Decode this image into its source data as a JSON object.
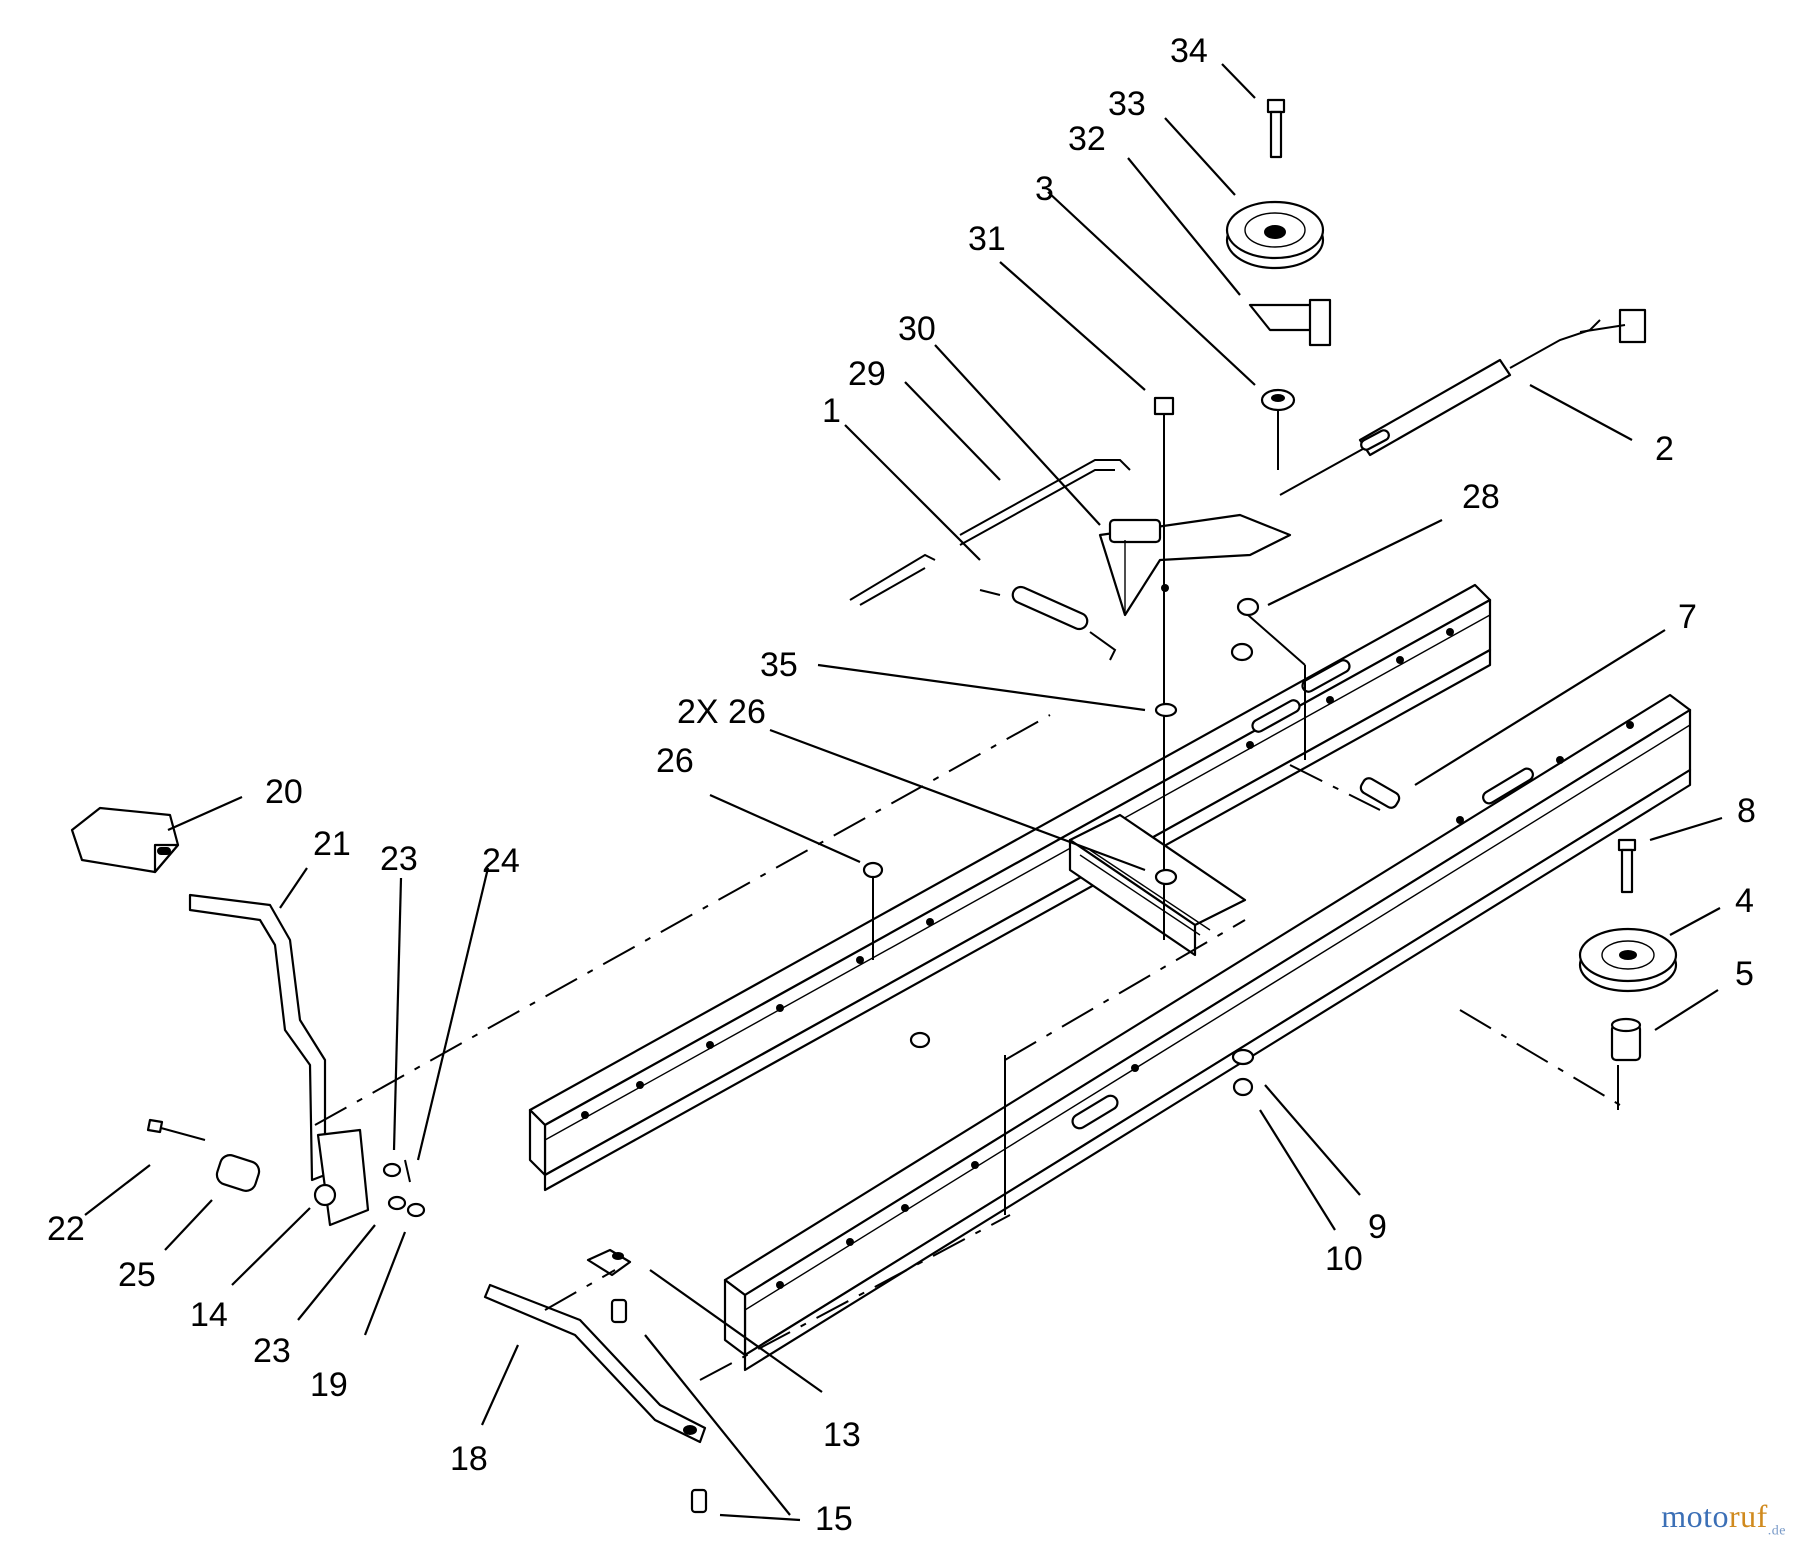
{
  "diagram": {
    "callouts": [
      {
        "id": "1",
        "label": "1"
      },
      {
        "id": "2",
        "label": "2"
      },
      {
        "id": "3",
        "label": "3"
      },
      {
        "id": "4",
        "label": "4"
      },
      {
        "id": "5",
        "label": "5"
      },
      {
        "id": "7",
        "label": "7"
      },
      {
        "id": "8",
        "label": "8"
      },
      {
        "id": "9",
        "label": "9"
      },
      {
        "id": "10",
        "label": "10"
      },
      {
        "id": "13",
        "label": "13"
      },
      {
        "id": "14",
        "label": "14"
      },
      {
        "id": "15",
        "label": "15"
      },
      {
        "id": "18",
        "label": "18"
      },
      {
        "id": "19",
        "label": "19"
      },
      {
        "id": "20",
        "label": "20"
      },
      {
        "id": "21",
        "label": "21"
      },
      {
        "id": "22",
        "label": "22"
      },
      {
        "id": "23a",
        "label": "23"
      },
      {
        "id": "23b",
        "label": "23"
      },
      {
        "id": "24",
        "label": "24"
      },
      {
        "id": "25",
        "label": "25"
      },
      {
        "id": "26a",
        "label": "26"
      },
      {
        "id": "26b",
        "label": "2X 26"
      },
      {
        "id": "28",
        "label": "28"
      },
      {
        "id": "29",
        "label": "29"
      },
      {
        "id": "30",
        "label": "30"
      },
      {
        "id": "31",
        "label": "31"
      },
      {
        "id": "32",
        "label": "32"
      },
      {
        "id": "33",
        "label": "33"
      },
      {
        "id": "34",
        "label": "34"
      },
      {
        "id": "35",
        "label": "35"
      }
    ]
  },
  "watermark": {
    "part1": "moto",
    "part2": "ruf",
    "suffix": ".de"
  }
}
